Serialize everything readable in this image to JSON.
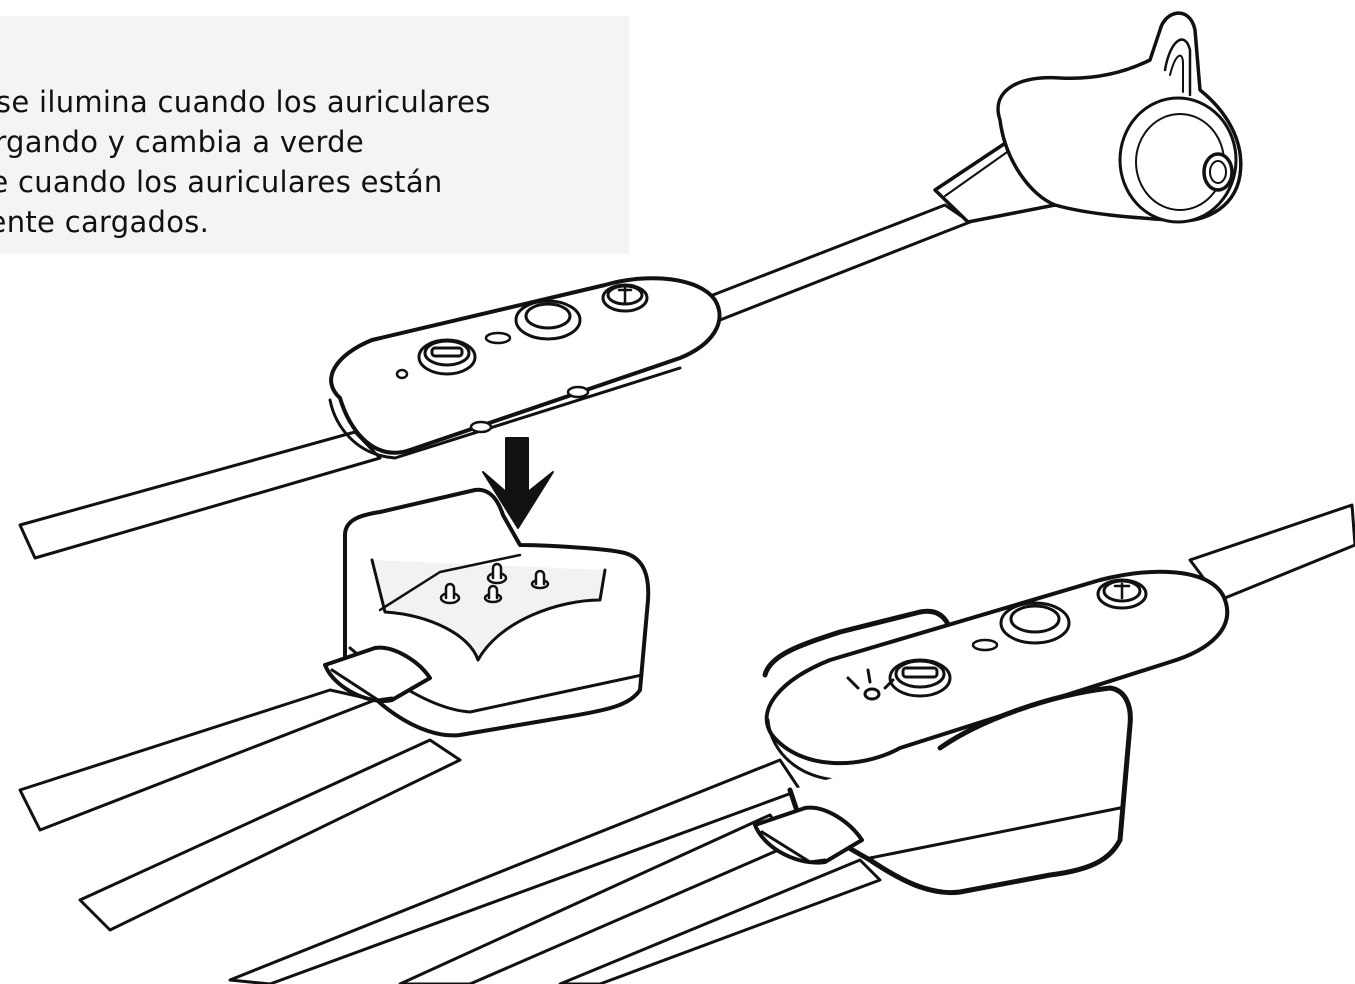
{
  "callout": {
    "lines": [
      "jo se ilumina cuando los auriculares",
      "cargando y cambia a verde",
      "nte cuando los auriculares están",
      "mente cargados."
    ]
  },
  "colors": {
    "background": "#ffffff",
    "callout_background": "#f4f4f4",
    "ink": "#111111",
    "fill": "#ffffff",
    "shade": "#f2f2f2"
  },
  "icons": [
    "earbud-icon",
    "remote-control-icon",
    "charging-cradle-icon",
    "down-arrow-icon",
    "led-indicator-icon",
    "usb-plug-icon"
  ]
}
